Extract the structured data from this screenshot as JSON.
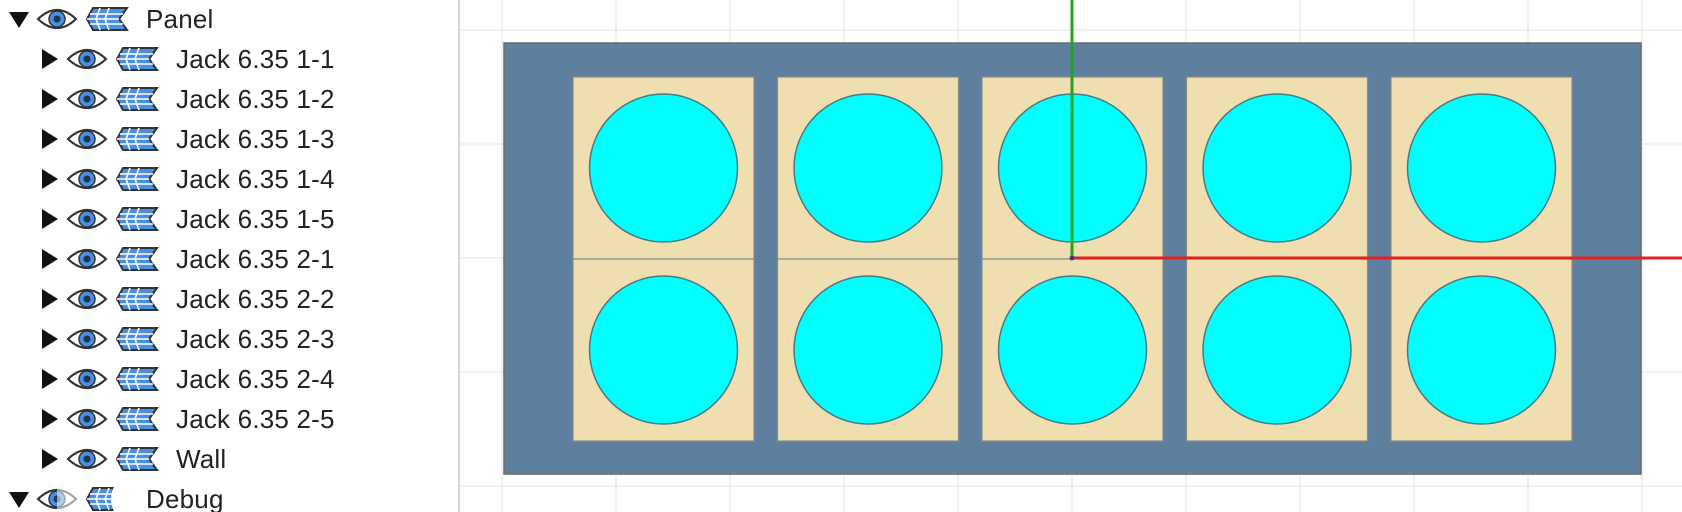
{
  "tree": {
    "root": {
      "label": "Panel",
      "expanded": true,
      "visibility_icon": "eye-icon",
      "layer_icon": "layers-icon"
    },
    "children": [
      {
        "label": "Jack 6.35 1-1",
        "expanded": false
      },
      {
        "label": "Jack 6.35 1-2",
        "expanded": false
      },
      {
        "label": "Jack 6.35 1-3",
        "expanded": false
      },
      {
        "label": "Jack 6.35 1-4",
        "expanded": false
      },
      {
        "label": "Jack 6.35 1-5",
        "expanded": false
      },
      {
        "label": "Jack 6.35 2-1",
        "expanded": false
      },
      {
        "label": "Jack 6.35 2-2",
        "expanded": false
      },
      {
        "label": "Jack 6.35 2-3",
        "expanded": false
      },
      {
        "label": "Jack 6.35 2-4",
        "expanded": false
      },
      {
        "label": "Jack 6.35 2-5",
        "expanded": false
      },
      {
        "label": "Wall",
        "expanded": false
      }
    ],
    "second_root": {
      "label": "Debug",
      "expanded": true,
      "visibility_icon": "eye-half-icon",
      "layer_icon": "layers-half-icon"
    }
  },
  "viewport": {
    "grid": true,
    "panel": {
      "rows": 2,
      "columns": 5
    },
    "colors": {
      "grid": "#e3e3e3",
      "panel_fill": "#5f7f9e",
      "panel_stroke": "#6b6b6b",
      "jack_fill": "#efdfb0",
      "hole_fill": "#00ffff",
      "hole_stroke": "#4a7a82",
      "axis_x": "#e02020",
      "axis_y": "#22a322"
    }
  },
  "colors": {
    "icon_blue": "#4a90e2",
    "icon_dark": "#3a3a3a",
    "text": "#222222",
    "divider": "#d6d6d6"
  }
}
